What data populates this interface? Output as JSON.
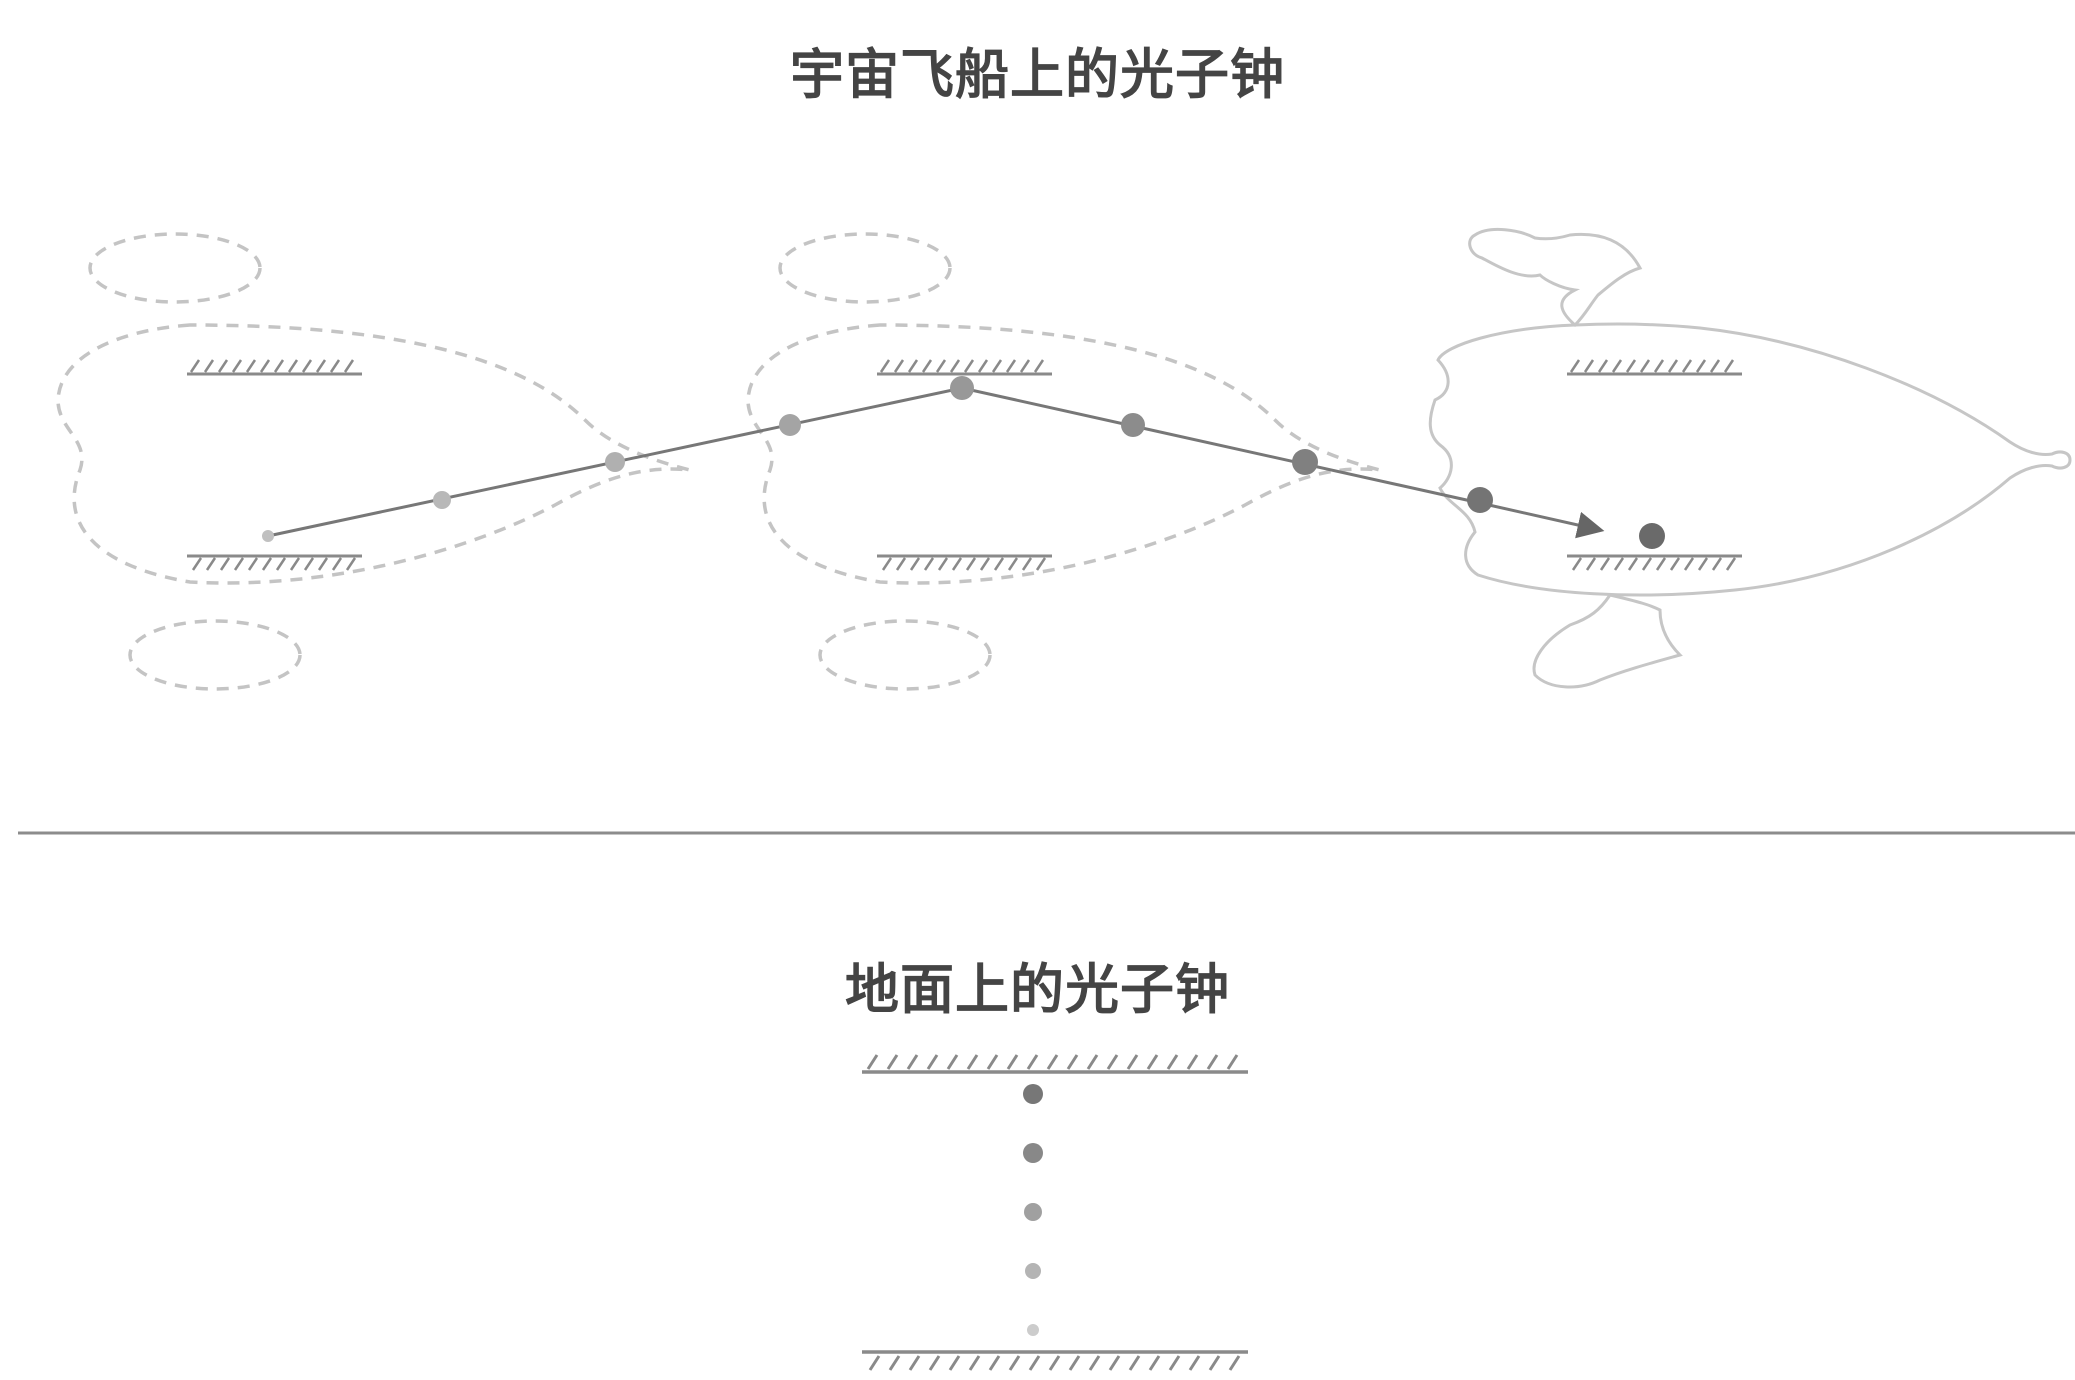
{
  "titles": {
    "spaceship_clock": "宇宙飞船上的光子钟",
    "ground_clock": "地面上的光子钟"
  },
  "colors": {
    "ghost_outline": "#c4c4c4",
    "ship_outline": "#c6c6c6",
    "mirror": "#8a8a8a",
    "light_path": "#777777",
    "photon": "#808080",
    "divider": "#8c8c8c",
    "title": "#444444"
  },
  "icons": {
    "photon": "circle",
    "mirror": "hatched-bar"
  }
}
